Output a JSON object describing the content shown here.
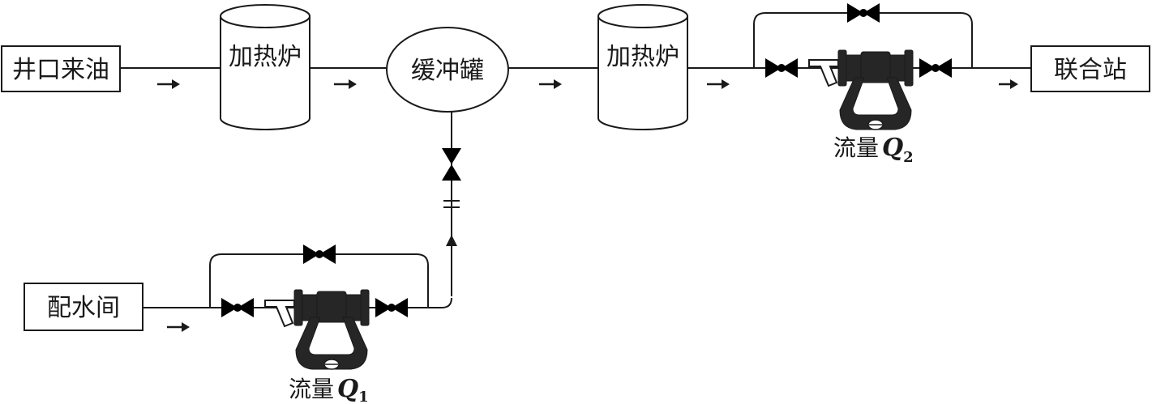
{
  "nodes": {
    "wellhead_oil": "井口来油",
    "heater_1": "加热炉",
    "buffer_tank": "缓冲罐",
    "heater_2": "加热炉",
    "joint_station": "联合站",
    "water_room": "配水间"
  },
  "flow_1": {
    "text": "流量",
    "symbol": "Q",
    "subscript": "1"
  },
  "flow_2": {
    "text": "流量",
    "symbol": "Q",
    "subscript": "2"
  },
  "colors": {
    "stroke": "#1a1a1a",
    "meter": "#262626",
    "background": "#ffffff"
  }
}
